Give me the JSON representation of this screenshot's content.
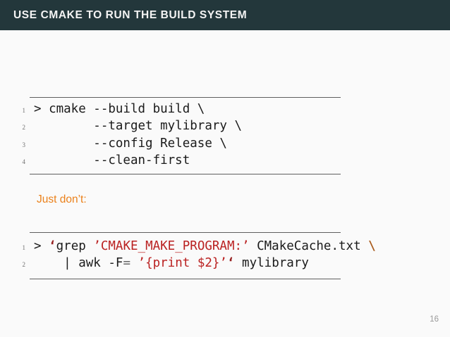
{
  "header": {
    "title": "USE CMAKE TO RUN THE BUILD SYSTEM"
  },
  "body": {
    "alert_text": "Just don’t:"
  },
  "footer": {
    "page_number": "16"
  },
  "colors": {
    "header_bg": "#23373B",
    "header_text": "#F4F4F4",
    "slide_bg": "#FAFAFA",
    "alert_orange": "#EB811B",
    "code_text": "#1B1B1B",
    "line_number": "#6E6E6E",
    "rule": "#5F5F5F",
    "page_number": "#999999",
    "tok_string": "#BA2121",
    "tok_backtick": "#962020",
    "tok_escape": "#AA5D1F",
    "tok_operator": "#666666"
  },
  "code_blocks": [
    {
      "name": "cmake-build-command",
      "lines": [
        {
          "number": "1",
          "segments": [
            {
              "style": "plain",
              "text": "> cmake --build build \\"
            }
          ]
        },
        {
          "number": "2",
          "segments": [
            {
              "style": "plain",
              "text": "        --target mylibrary \\"
            }
          ]
        },
        {
          "number": "3",
          "segments": [
            {
              "style": "plain",
              "text": "        --config Release \\"
            }
          ]
        },
        {
          "number": "4",
          "segments": [
            {
              "style": "plain",
              "text": "        --clean-first"
            }
          ]
        }
      ]
    },
    {
      "name": "grep-awk-command",
      "lines": [
        {
          "number": "1",
          "segments": [
            {
              "style": "plain",
              "text": "> "
            },
            {
              "style": "backtick",
              "text": "‘"
            },
            {
              "style": "plain",
              "text": "grep "
            },
            {
              "style": "string",
              "text": "’CMAKE_MAKE_PROGRAM:’"
            },
            {
              "style": "plain",
              "text": " CMakeCache.txt "
            },
            {
              "style": "escape",
              "text": "\\"
            }
          ]
        },
        {
          "number": "2",
          "segments": [
            {
              "style": "plain",
              "text": "    | awk -F"
            },
            {
              "style": "operator",
              "text": "="
            },
            {
              "style": "plain",
              "text": " "
            },
            {
              "style": "string",
              "text": "’{print $2}’"
            },
            {
              "style": "backtick",
              "text": "‘"
            },
            {
              "style": "plain",
              "text": " mylibrary"
            }
          ]
        }
      ]
    }
  ]
}
